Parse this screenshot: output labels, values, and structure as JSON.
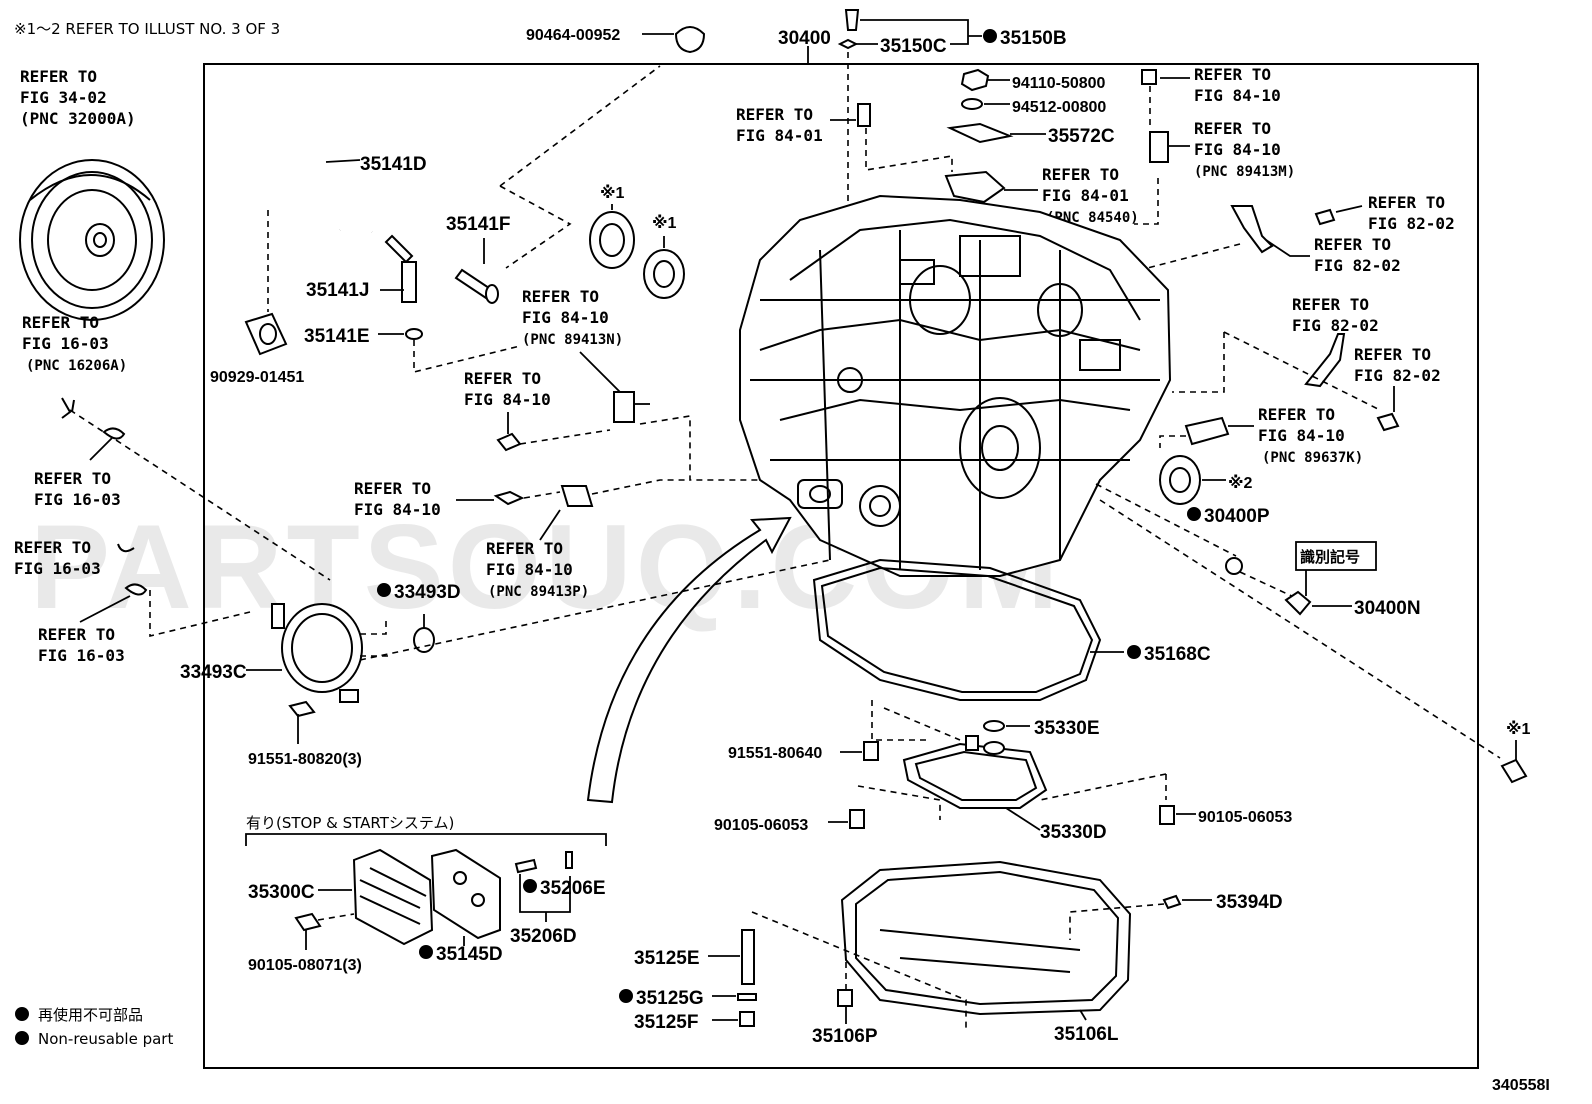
{
  "top_note": "※1～2 REFER TO ILLUST NO. 3 OF 3",
  "drawing_id": "340558I",
  "watermark": "PARTSOUQ.COM",
  "legend": {
    "jp": "再使用不可部品",
    "en": "Non-reusable part"
  },
  "stop_start_label": "有り(STOP & STARTシステム)",
  "tag_label": "識別記号",
  "markers": {
    "m1": "※1",
    "m2": "※2"
  },
  "parts": {
    "p30400": "30400",
    "p35150C": "35150C",
    "p35150B": "35150B",
    "p90464_00952": "90464-00952",
    "p94110_50800": "94110-50800",
    "p94512_00800": "94512-00800",
    "p35572C": "35572C",
    "p35141D": "35141D",
    "p35141F": "35141F",
    "p35141J": "35141J",
    "p35141E": "35141E",
    "p90929_01451": "90929-01451",
    "p33493D": "33493D",
    "p33493C": "33493C",
    "p91551_80820": "91551-80820(3)",
    "p30400P": "30400P",
    "p30400N": "30400N",
    "p35168C": "35168C",
    "p35330E": "35330E",
    "p91551_80640": "91551-80640",
    "p90105_06053a": "90105-06053",
    "p90105_06053b": "90105-06053",
    "p35330D": "35330D",
    "p35300C": "35300C",
    "p90105_08071": "90105-08071(3)",
    "p35145D": "35145D",
    "p35206E": "35206E",
    "p35206D": "35206D",
    "p35125E": "35125E",
    "p35125G": "35125G",
    "p35125F": "35125F",
    "p35106P": "35106P",
    "p35106L": "35106L",
    "p35394D": "35394D"
  },
  "refs": {
    "r_fig34": [
      "REFER TO",
      "FIG 34-02",
      "(PNC 32000A)"
    ],
    "r_fig16a": [
      "REFER TO",
      "FIG 16-03",
      "(PNC 16206A)"
    ],
    "r_fig16b": [
      "REFER TO",
      "FIG 16-03"
    ],
    "r_fig16c": [
      "REFER TO",
      "FIG 16-03"
    ],
    "r_fig16d": [
      "REFER TO",
      "FIG 16-03"
    ],
    "r_fig8401a": [
      "REFER TO",
      "FIG 84-01"
    ],
    "r_fig8401b": [
      "REFER TO",
      "FIG 84-01",
      "(PNC 84540)"
    ],
    "r_fig8410a": [
      "REFER TO",
      "FIG 84-10"
    ],
    "r_fig8410b": [
      "REFER TO",
      "FIG 84-10",
      "(PNC 89413M)"
    ],
    "r_fig8410c": [
      "REFER TO",
      "FIG 84-10",
      "(PNC 89413N)"
    ],
    "r_fig8410d": [
      "REFER TO",
      "FIG 84-10"
    ],
    "r_fig8410e": [
      "REFER TO",
      "FIG 84-10"
    ],
    "r_fig8410f": [
      "REFER TO",
      "FIG 84-10",
      "(PNC 89413P)"
    ],
    "r_fig8410g": [
      "REFER TO",
      "FIG 84-10",
      "(PNC 89637K)"
    ],
    "r_fig8202a": [
      "REFER TO",
      "FIG 82-02"
    ],
    "r_fig8202b": [
      "REFER TO",
      "FIG 82-02"
    ],
    "r_fig8202c": [
      "REFER TO",
      "FIG 82-02"
    ],
    "r_fig8202d": [
      "REFER TO",
      "FIG 82-02"
    ]
  }
}
